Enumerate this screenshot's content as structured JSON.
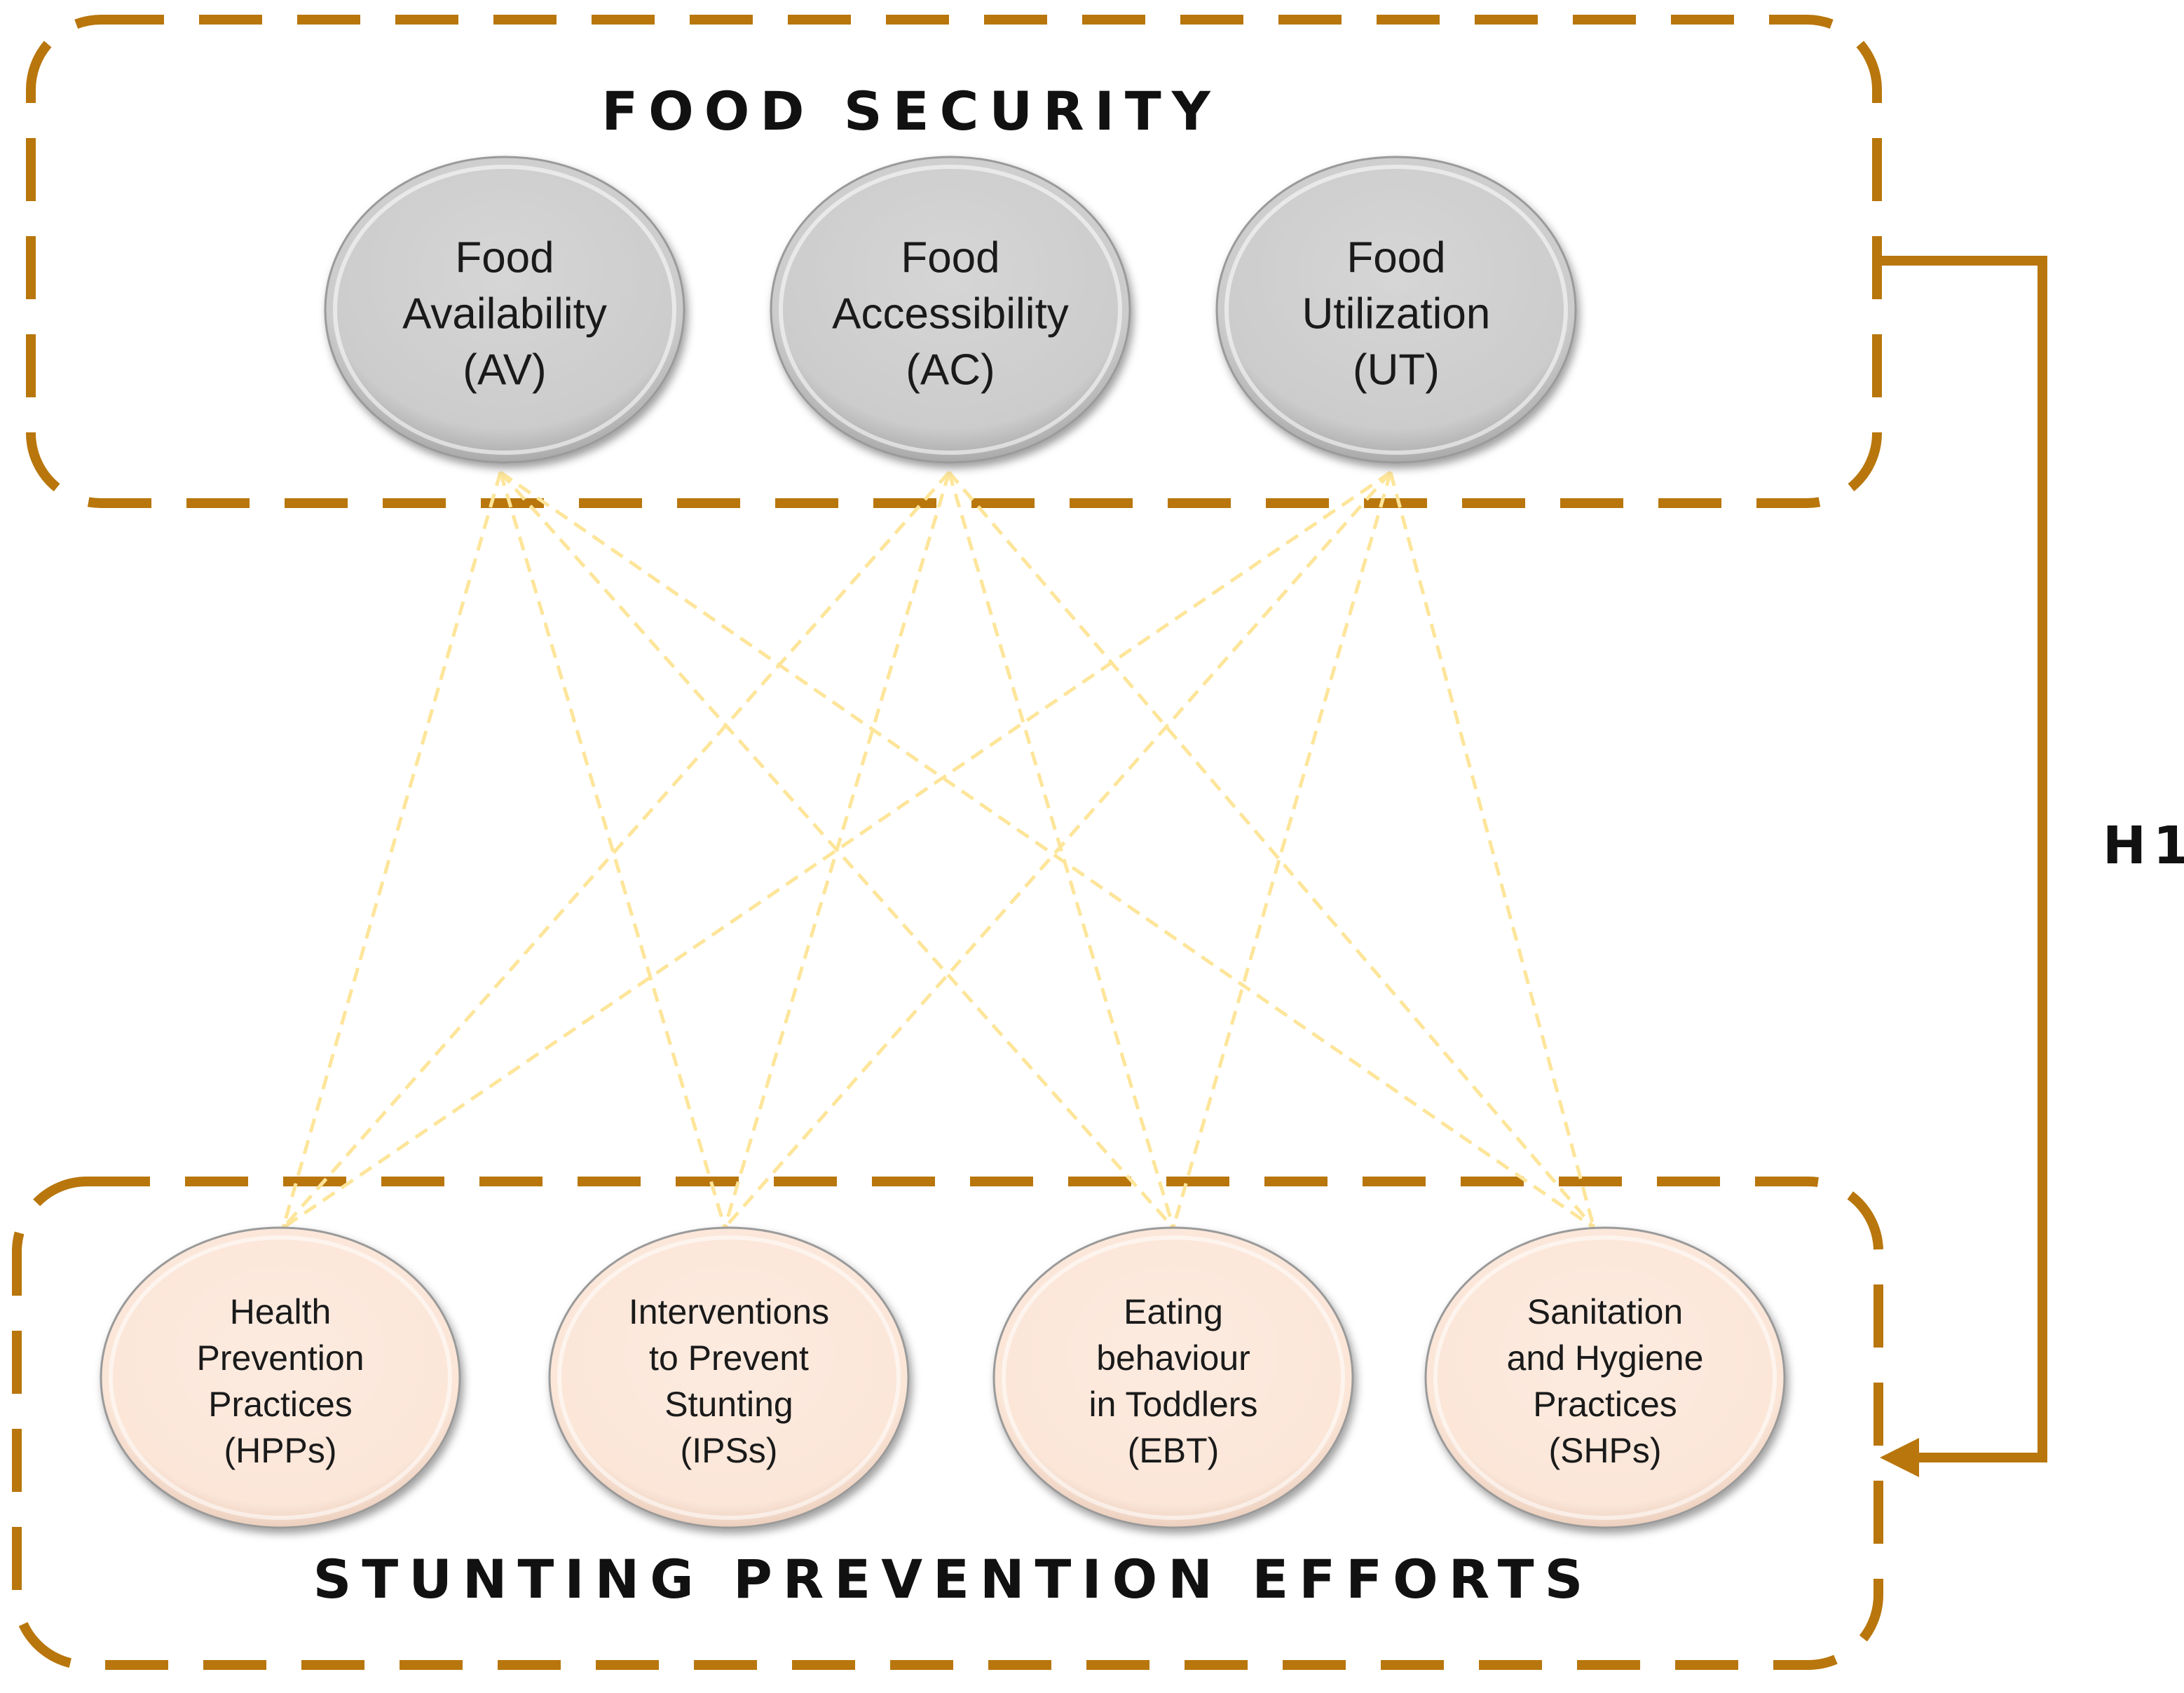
{
  "colors": {
    "frame": "#b8760c",
    "link": "#fde59a",
    "top_node_fill": "#cfcfcf",
    "bottom_node_fill": "#fce9dd"
  },
  "top_group": {
    "title": "FOOD SECURITY",
    "nodes": [
      {
        "id": "AV",
        "lines": [
          "Food",
          "Availability",
          "(AV)"
        ]
      },
      {
        "id": "AC",
        "lines": [
          "Food",
          "Accessibility",
          "(AC)"
        ]
      },
      {
        "id": "UT",
        "lines": [
          "Food",
          "Utilization",
          "(UT)"
        ]
      }
    ]
  },
  "bottom_group": {
    "title": "STUNTING PREVENTION EFFORTS",
    "nodes": [
      {
        "id": "HPPs",
        "lines": [
          "Health",
          "Prevention",
          "Practices",
          "(HPPs)"
        ]
      },
      {
        "id": "IPSs",
        "lines": [
          "Interventions",
          "to Prevent",
          "Stunting",
          "(IPSs)"
        ]
      },
      {
        "id": "EBT",
        "lines": [
          "Eating",
          "behaviour",
          "in Toddlers",
          "(EBT)"
        ]
      },
      {
        "id": "SHPs",
        "lines": [
          "Sanitation",
          "and Hygiene",
          "Practices",
          "(SHPs)"
        ]
      }
    ]
  },
  "links": [
    [
      "AV",
      "HPPs"
    ],
    [
      "AV",
      "IPSs"
    ],
    [
      "AV",
      "EBT"
    ],
    [
      "AV",
      "SHPs"
    ],
    [
      "AC",
      "HPPs"
    ],
    [
      "AC",
      "IPSs"
    ],
    [
      "AC",
      "EBT"
    ],
    [
      "AC",
      "SHPs"
    ],
    [
      "UT",
      "HPPs"
    ],
    [
      "UT",
      "IPSs"
    ],
    [
      "UT",
      "EBT"
    ],
    [
      "UT",
      "SHPs"
    ]
  ],
  "hypothesis": {
    "label": "H1",
    "from": "FOOD SECURITY",
    "to": "STUNTING PREVENTION EFFORTS"
  }
}
